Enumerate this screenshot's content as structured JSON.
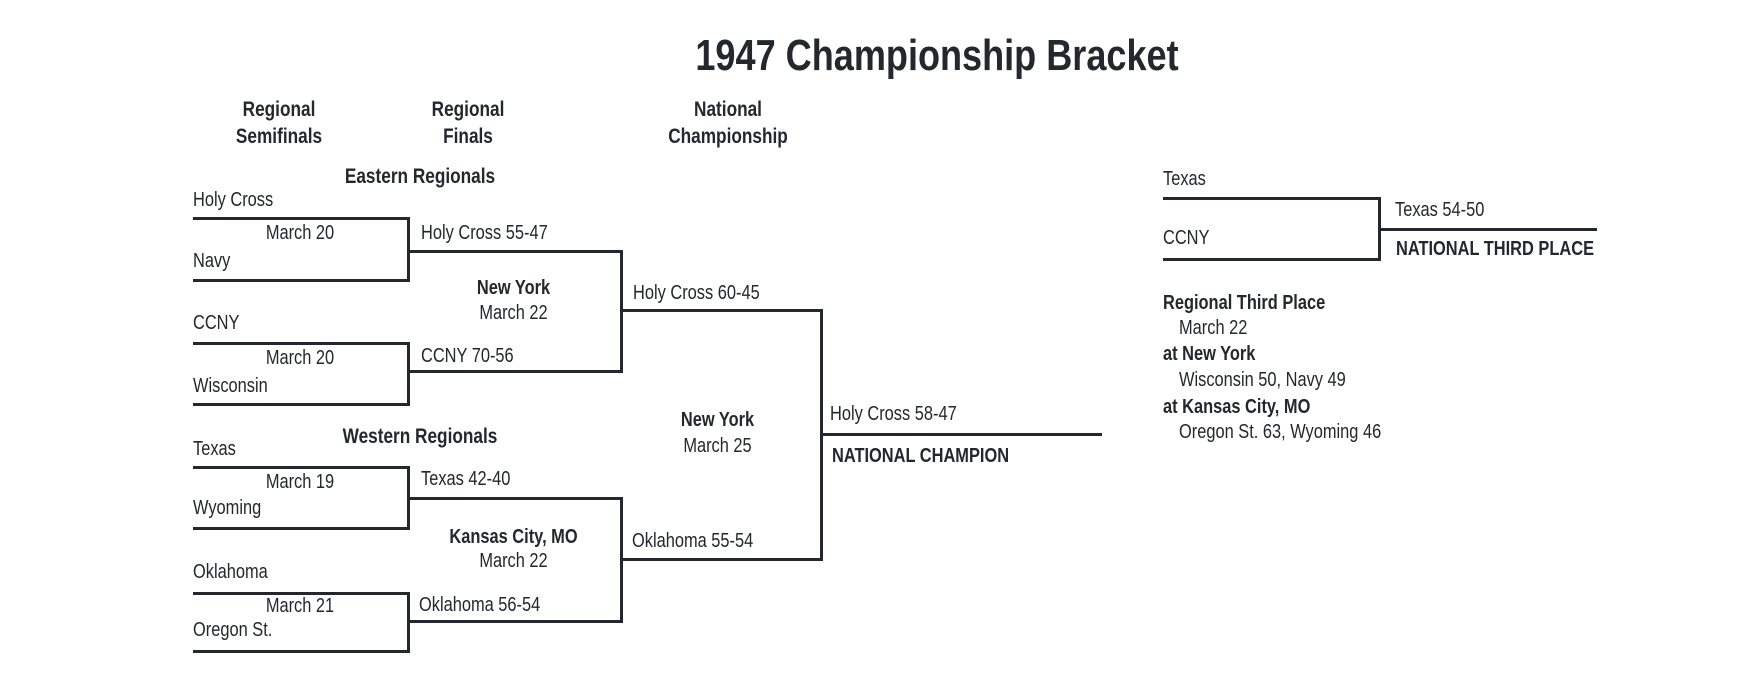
{
  "title": "1947 Championship Bracket",
  "column_headers": {
    "semifinals_line1": "Regional",
    "semifinals_line2": "Semifinals",
    "finals_line1": "Regional",
    "finals_line2": "Finals",
    "championship_line1": "National",
    "championship_line2": "Championship"
  },
  "east": {
    "header": "Eastern Regionals",
    "game1": {
      "team1": "Holy Cross",
      "team2": "Navy",
      "date": "March 20",
      "winner": "Holy Cross 55-47"
    },
    "game2": {
      "team1": "CCNY",
      "team2": "Wisconsin",
      "date": "March 20",
      "winner": "CCNY 70-56"
    },
    "final": {
      "site": "New York",
      "date": "March 22",
      "winner": "Holy Cross 60-45"
    }
  },
  "west": {
    "header": "Western Regionals",
    "game1": {
      "team1": "Texas",
      "team2": "Wyoming",
      "date": "March 19",
      "winner": "Texas 42-40"
    },
    "game2": {
      "team1": "Oklahoma",
      "team2": "Oregon St.",
      "date": "March 21",
      "winner": "Oklahoma 56-54"
    },
    "final": {
      "site": "Kansas City, MO",
      "date": "March 22",
      "winner": "Oklahoma 55-54"
    }
  },
  "championship": {
    "site": "New York",
    "date": "March 25",
    "winner": "Holy Cross 58-47",
    "label": "NATIONAL CHAMPION"
  },
  "third_place": {
    "team1": "Texas",
    "team2": "CCNY",
    "winner": "Texas 54-50",
    "label": "NATIONAL THIRD PLACE"
  },
  "regional_third_place": {
    "header": "Regional Third Place",
    "date": "March 22",
    "site1": "at New York",
    "result1": "Wisconsin 50, Navy 49",
    "site2": "at Kansas City, MO",
    "result2": "Oregon St. 63, Wyoming 46"
  },
  "colors": {
    "text": "#24272e",
    "line": "#24272e",
    "background": "#ffffff"
  }
}
